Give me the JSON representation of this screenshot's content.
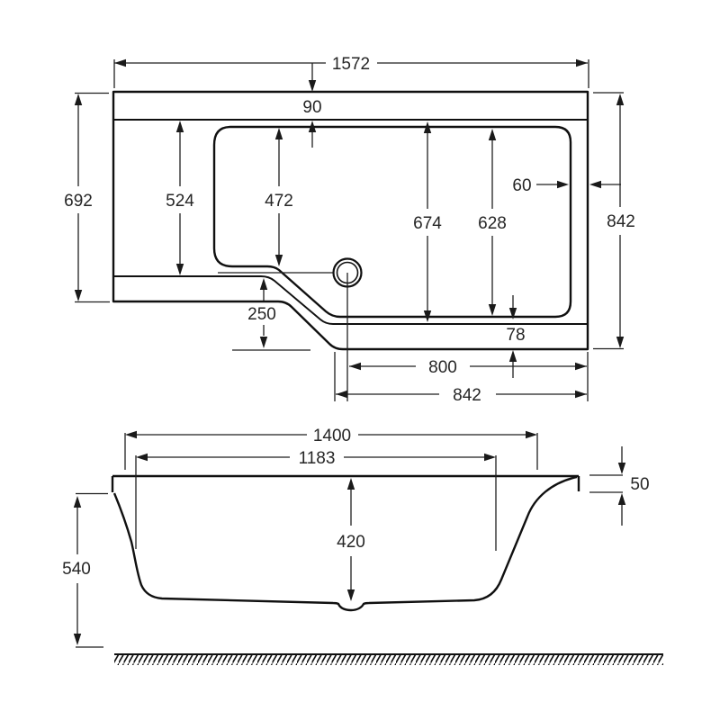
{
  "page": {
    "background": "#ffffff",
    "line_color": "#101010",
    "text_color": "#262626"
  },
  "drawing": {
    "subject": "L-shaped shower bath technical drawing, plan view and side elevation, dimensions in mm",
    "top_view": {
      "dims": {
        "overall_length": "1572",
        "top_rim_width": "90",
        "left_end_width": "692",
        "left_inner_width": "524",
        "tub_narrow_width": "472",
        "inner_width_to_ledge": "674",
        "tub_wide_width": "628",
        "right_rim_width": "60",
        "overall_width_right": "842",
        "step_depth": "250",
        "bottom_rim_width": "78",
        "shower_end_length": "800",
        "bottom_edge_length": "842"
      }
    },
    "side_view": {
      "dims": {
        "rim_length": "1400",
        "inner_length": "1183",
        "rim_edge_height": "50",
        "inner_depth": "420",
        "overall_height": "540"
      }
    }
  }
}
